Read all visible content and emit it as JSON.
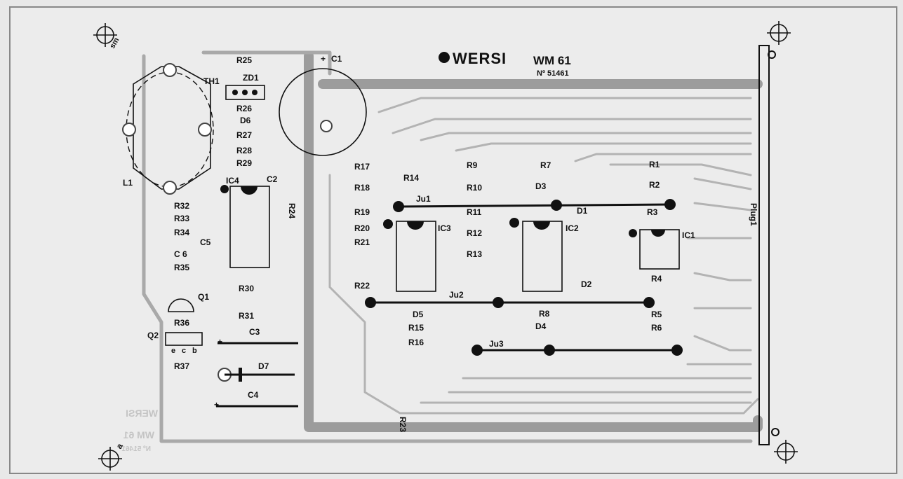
{
  "brand": {
    "logo_text": "WERSI",
    "model": "WM 61",
    "number": "Nº 51461"
  },
  "ghost_back": {
    "logo_text": "WERSI",
    "model": "WM 61",
    "number": "Nº 51461"
  },
  "corner_marks": {
    "top_left": "sm",
    "bottom_left": "a"
  },
  "connector": {
    "label": "Plug1"
  },
  "ics": {
    "ic1": "IC1",
    "ic2": "IC2",
    "ic3": "IC3",
    "ic4": "IC4"
  },
  "jumpers": {
    "ju1": "Ju1",
    "ju2": "Ju2",
    "ju3": "Ju3"
  },
  "capacitors": {
    "c1": "C1",
    "c2": "C2",
    "c3": "C3",
    "c4": "C4",
    "c5": "C5",
    "c6": "C 6",
    "c1_plus": "+",
    "c3_plus": "+",
    "c4_plus": "+"
  },
  "diodes": {
    "d1": "D1",
    "d2": "D2",
    "d3": "D3",
    "d4": "D4",
    "d5": "D5",
    "d6": "D6",
    "d7": "D7",
    "zd1": "ZD1"
  },
  "transistors": {
    "q1": "Q1",
    "q2": "Q2",
    "q2_pins": [
      "e",
      "c",
      "b"
    ],
    "th1": "TH1"
  },
  "inductor": {
    "l1": "L1"
  },
  "resistors": {
    "r1": "R1",
    "r2": "R2",
    "r3": "R3",
    "r4": "R4",
    "r5": "R5",
    "r6": "R6",
    "r7": "R7",
    "r8": "R8",
    "r9": "R9",
    "r10": "R10",
    "r11": "R11",
    "r12": "R12",
    "r13": "R13",
    "r14": "R14",
    "r15": "R15",
    "r16": "R16",
    "r17": "R17",
    "r18": "R18",
    "r19": "R19",
    "r20": "R20",
    "r21": "R21",
    "r22": "R22",
    "r23": "R23",
    "r24": "R24",
    "r25": "R25",
    "r26": "R26",
    "r27": "R27",
    "r28": "R28",
    "r29": "R29",
    "r30": "R30",
    "r31": "R31",
    "r32": "R32",
    "r33": "R33",
    "r34": "R34",
    "r35": "R35",
    "r36": "R36",
    "r37": "R37"
  },
  "colors": {
    "board": "#e8e8e8",
    "trace": "#a9a9a9",
    "ink": "#111111"
  }
}
